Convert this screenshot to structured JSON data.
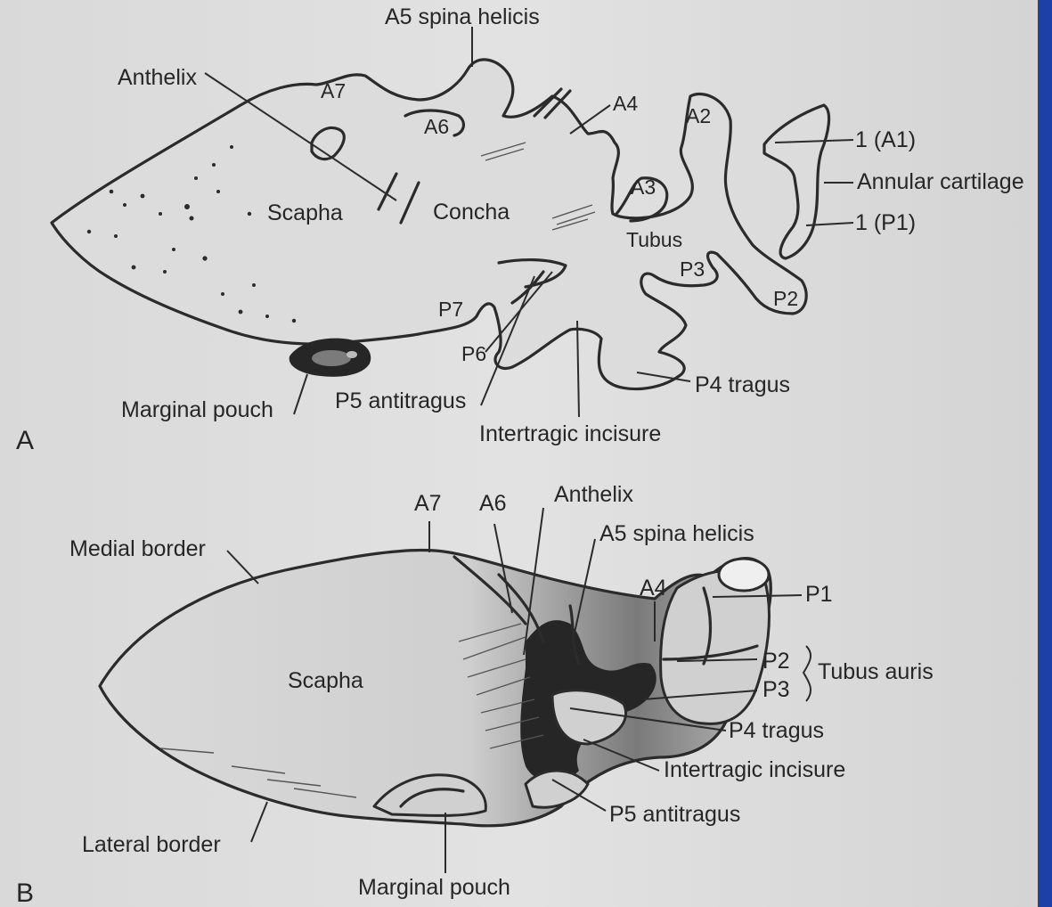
{
  "colors": {
    "paper": "#dedede",
    "ink": "#262626",
    "screen_edge": "#1c3fa8"
  },
  "panel_a": {
    "letter": "A",
    "labels": {
      "a5_spina_helicis": "A5 spina helicis",
      "anthelix": "Anthelix",
      "a7": "A7",
      "a6": "A6",
      "a4": "A4",
      "a2": "A2",
      "a3": "A3",
      "one_a1": "1 (A1)",
      "annular_cartilage": "Annular cartilage",
      "one_p1": "1 (P1)",
      "scapha": "Scapha",
      "concha": "Concha",
      "tubus": "Tubus",
      "p3": "P3",
      "p2": "P2",
      "p7": "P7",
      "p6": "P6",
      "p4_tragus": "P4 tragus",
      "marginal_pouch": "Marginal pouch",
      "p5_antitragus": "P5 antitragus",
      "intertragic_incisure": "Intertragic incisure"
    }
  },
  "panel_b": {
    "letter": "B",
    "labels": {
      "a7": "A7",
      "a6": "A6",
      "anthelix": "Anthelix",
      "a5_spina_helicis": "A5 spina helicis",
      "medial_border": "Medial border",
      "a4": "A4",
      "p1": "P1",
      "scapha": "Scapha",
      "p2": "P2",
      "p3": "P3",
      "tubus_auris": "Tubus auris",
      "p4_tragus": "P4 tragus",
      "intertragic_incisure": "Intertragic incisure",
      "p5_antitragus": "P5 antitragus",
      "lateral_border": "Lateral border",
      "marginal_pouch": "Marginal pouch"
    }
  }
}
